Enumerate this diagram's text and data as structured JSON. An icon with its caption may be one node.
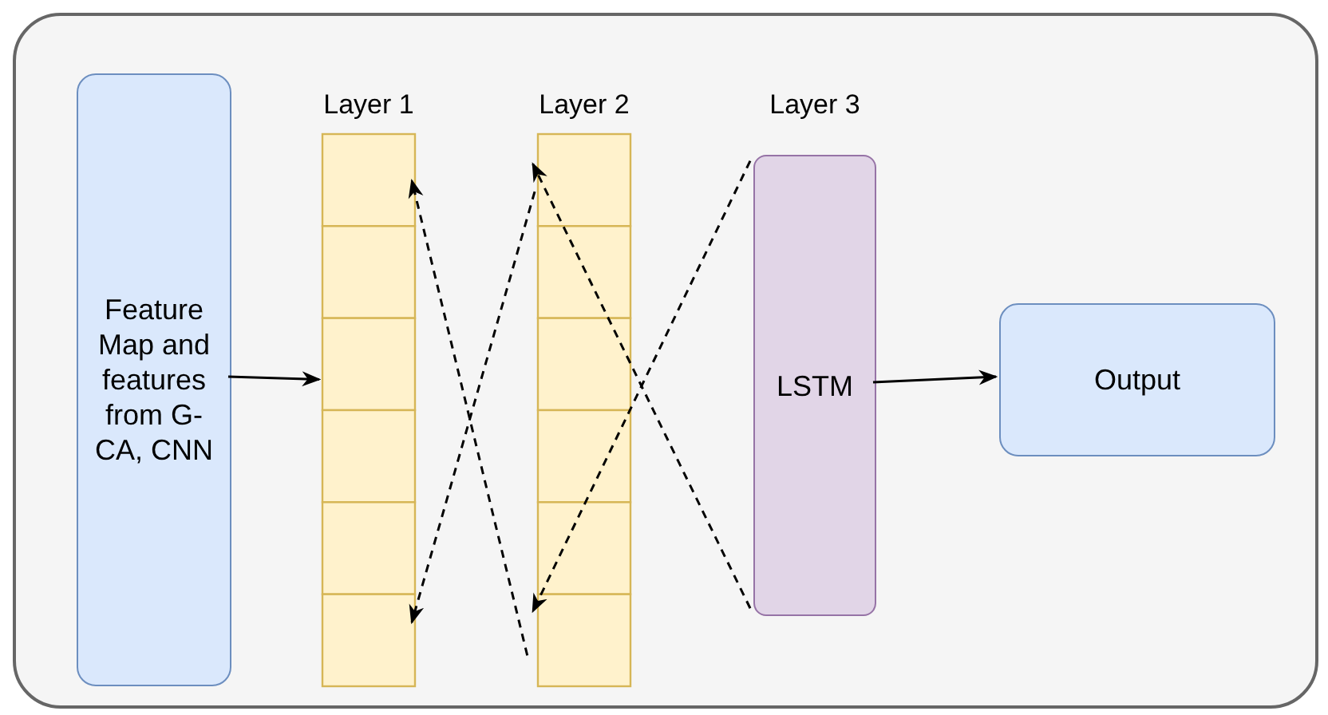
{
  "diagram": {
    "nodes": [
      {
        "text": [],
        "shape": "box"
      },
      {
        "text": [
          "Feature Map and features from G-CA, CNN"
        ],
        "in": 0
      },
      {
        "text": [
          "Layer 1"
        ],
        "in": 0
      },
      {
        "text": [
          "Layer 2"
        ],
        "in": 0
      },
      {
        "text": [
          "Layer 3",
          "LSTM"
        ],
        "in": 0
      },
      {
        "text": [
          "Output"
        ],
        "in": 0
      }
    ],
    "edges": [
      {
        "from": 1,
        "to": 2,
        "arrow": "to"
      },
      {
        "from": 3,
        "to": 2,
        "arrow": "to",
        "style": "dashed"
      },
      {
        "from": 3,
        "to": 2,
        "arrow": "to",
        "style": "dashed"
      },
      {
        "from": 4,
        "to": 3,
        "arrow": "to",
        "style": "dashed"
      },
      {
        "from": 4,
        "to": 3,
        "arrow": "to",
        "style": "dashed"
      },
      {
        "from": 4,
        "to": 5,
        "arrow": "to"
      }
    ]
  }
}
